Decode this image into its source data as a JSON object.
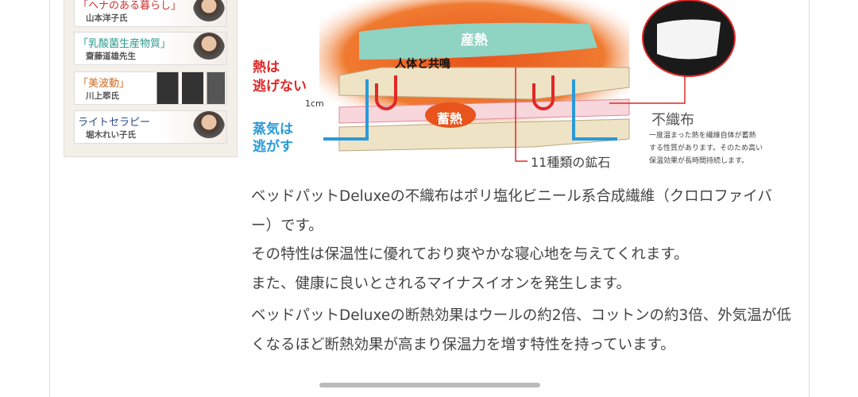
{
  "sidebar": {
    "banners": [
      {
        "title": "「ヘナのある暮らし」",
        "subtitle": "山本洋子氏",
        "color": "#c33"
      },
      {
        "title": "「乳酸菌生産物質」",
        "subtitle": "齋藤道雄先生",
        "color": "#2a9a8a"
      },
      {
        "title": "「美波動」",
        "subtitle": "川上翆氏",
        "color": "#d2691e"
      },
      {
        "title": "ライトセラピー",
        "subtitle": "堀木れい子氏",
        "color": "#2a4b8a"
      }
    ]
  },
  "diagram": {
    "heat_generation": "産熱",
    "resonance": "人体と共鳴",
    "heat_no_escape_1": "熱は",
    "heat_no_escape_2": "逃げない",
    "thickness": "1cm",
    "steam_1": "蒸気は",
    "steam_2": "逃がす",
    "heat_storage": "蓄熱",
    "minerals": "11種類の鉱石",
    "nonwoven": "不織布",
    "nonwoven_desc": [
      "一度温まった熱を繊維自体が蓄熱",
      "する性質があります。そのため高い",
      "保温効果が長時間持続します。"
    ]
  },
  "body": {
    "paragraphs": [
      "ベッドパットDeluxeの不織布はポリ塩化ビニール系合成繊維（クロロファイバー）です。",
      "その特性は保温性に優れており爽やかな寝心地を与えてくれます。",
      "また、健康に良いとされるマイナスイオンを発生します。",
      "ベッドパットDeluxeの断熱効果はウールの約2倍、コットンの約3倍、外気温が低くなるほど断熱効果が高まり保温力を増す特性を持っています。"
    ]
  },
  "colors": {
    "heat": "#e8541c",
    "red": "#e02828",
    "blue": "#2a9ad8",
    "mattress": "#efe3c6",
    "pink": "#f7d6dc"
  }
}
